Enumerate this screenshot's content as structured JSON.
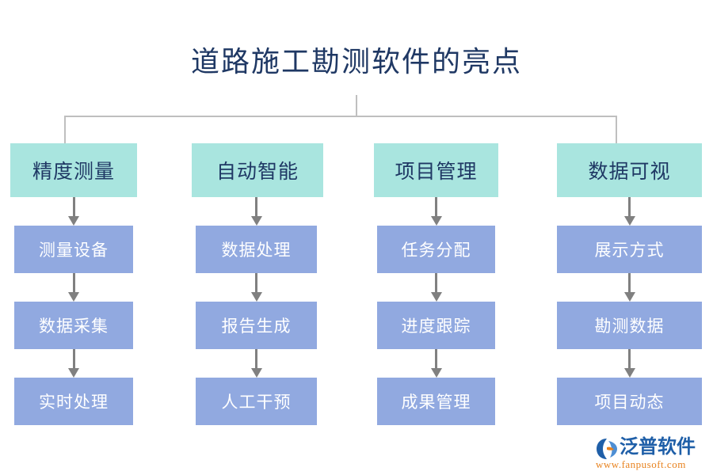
{
  "title": "道路施工勘测软件的亮点",
  "colors": {
    "title_text": "#1F3864",
    "header_box": "#A9E5DF",
    "header_text": "#1F3864",
    "node_box": "#91A9E0",
    "node_text": "#FFFFFF",
    "connector": "#BFBFBF",
    "arrow": "#808080",
    "background": "#FFFFFF",
    "logo_blue": "#1F5FA8",
    "logo_orange": "#E8821E"
  },
  "columns": [
    {
      "header": "精度测量",
      "nodes": [
        "测量设备",
        "数据采集",
        "实时处理"
      ]
    },
    {
      "header": "自动智能",
      "nodes": [
        "数据处理",
        "报告生成",
        "人工干预"
      ]
    },
    {
      "header": "项目管理",
      "nodes": [
        "任务分配",
        "进度跟踪",
        "成果管理"
      ]
    },
    {
      "header": "数据可视",
      "nodes": [
        "展示方式",
        "勘测数据",
        "项目动态"
      ]
    }
  ],
  "logo": {
    "name": "泛普软件",
    "url": "www.fanpusoft.com"
  }
}
